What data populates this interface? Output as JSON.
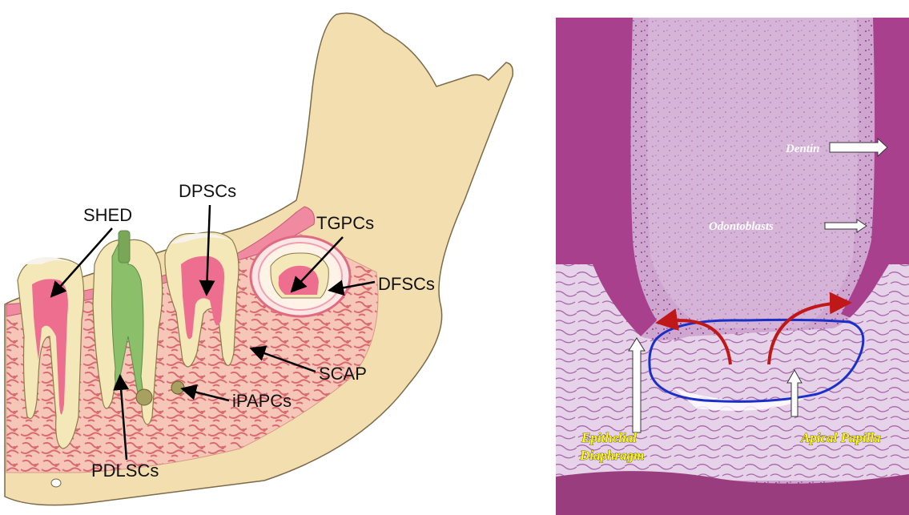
{
  "left_panel": {
    "labels": {
      "shed": "SHED",
      "dpscs": "DPSCs",
      "tgpcs": "TGPCs",
      "dfscs": "DFSCs",
      "scap": "SCAP",
      "ipapcs": "iPAPCs",
      "pdlscs": "PDLSCs"
    }
  },
  "right_panel": {
    "labels": {
      "dentin": "Dentin",
      "odontoblasts": "Odontoblasts",
      "epithelial_line1": "Epithelial",
      "epithelial_line2": "Diaphragm",
      "apical_papilla": "Apical Papilla"
    }
  },
  "colors": {
    "bone": "#f3deaf",
    "bone_outline": "#7a6a4a",
    "gum": "#f08aa0",
    "pulp": "#ee6e90",
    "enamel": "#f7f2ea",
    "tissue_bg": "#c99ac8",
    "dentin_band": "#a8408e",
    "blue_outline": "#1a2fc8",
    "red_arrow": "#c01818"
  }
}
